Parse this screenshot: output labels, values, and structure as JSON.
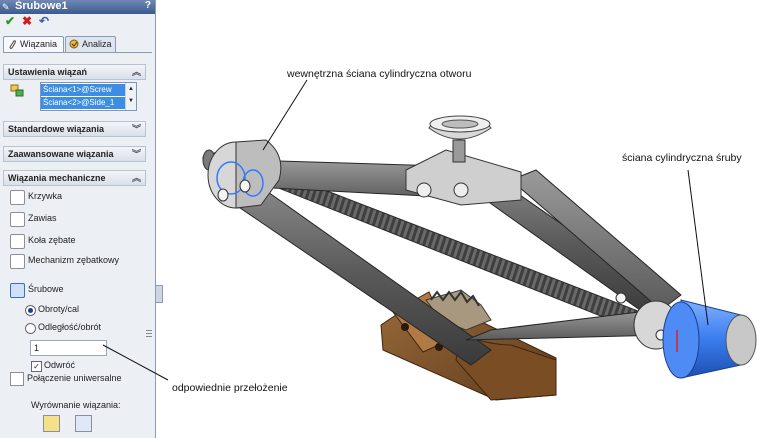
{
  "panel": {
    "title": "Śrubowe1",
    "help": "?",
    "toolbar": {
      "ok": "✔",
      "cancel": "✖",
      "undo": "↶"
    },
    "tabs": [
      {
        "label": "Wiązania"
      },
      {
        "label": "Analiza"
      }
    ],
    "sections": {
      "settings": "Ustawienia wiązań",
      "standard": "Standardowe wiązania",
      "advanced": "Zaawansowane wiązania",
      "mechanical": "Wiązania mechaniczne"
    },
    "selections": [
      "Ściana<1>@Screw",
      "Ściana<2>@Side_1"
    ],
    "mech_items": [
      "Krzywka",
      "Zawias",
      "Koła zębate",
      "Mechanizm zębatkowy",
      "Śrubowe"
    ],
    "options": {
      "revs": "Obroty/cal",
      "distance": "Odległość/obrót",
      "value": "1",
      "reverse": "Odwróć",
      "universal": "Połączenie uniwersalne",
      "alignment": "Wyrównanie wiązania:"
    }
  },
  "annotations": {
    "hole": "wewnętrzna ściana cylindryczna otworu",
    "screw": "ściana cylindryczna śruby",
    "ratio": "odpowiednie przełożenie"
  },
  "colors": {
    "accent": "#3c5a8c",
    "selection": "#3d8ee3",
    "highlight": "#2f7bff"
  }
}
